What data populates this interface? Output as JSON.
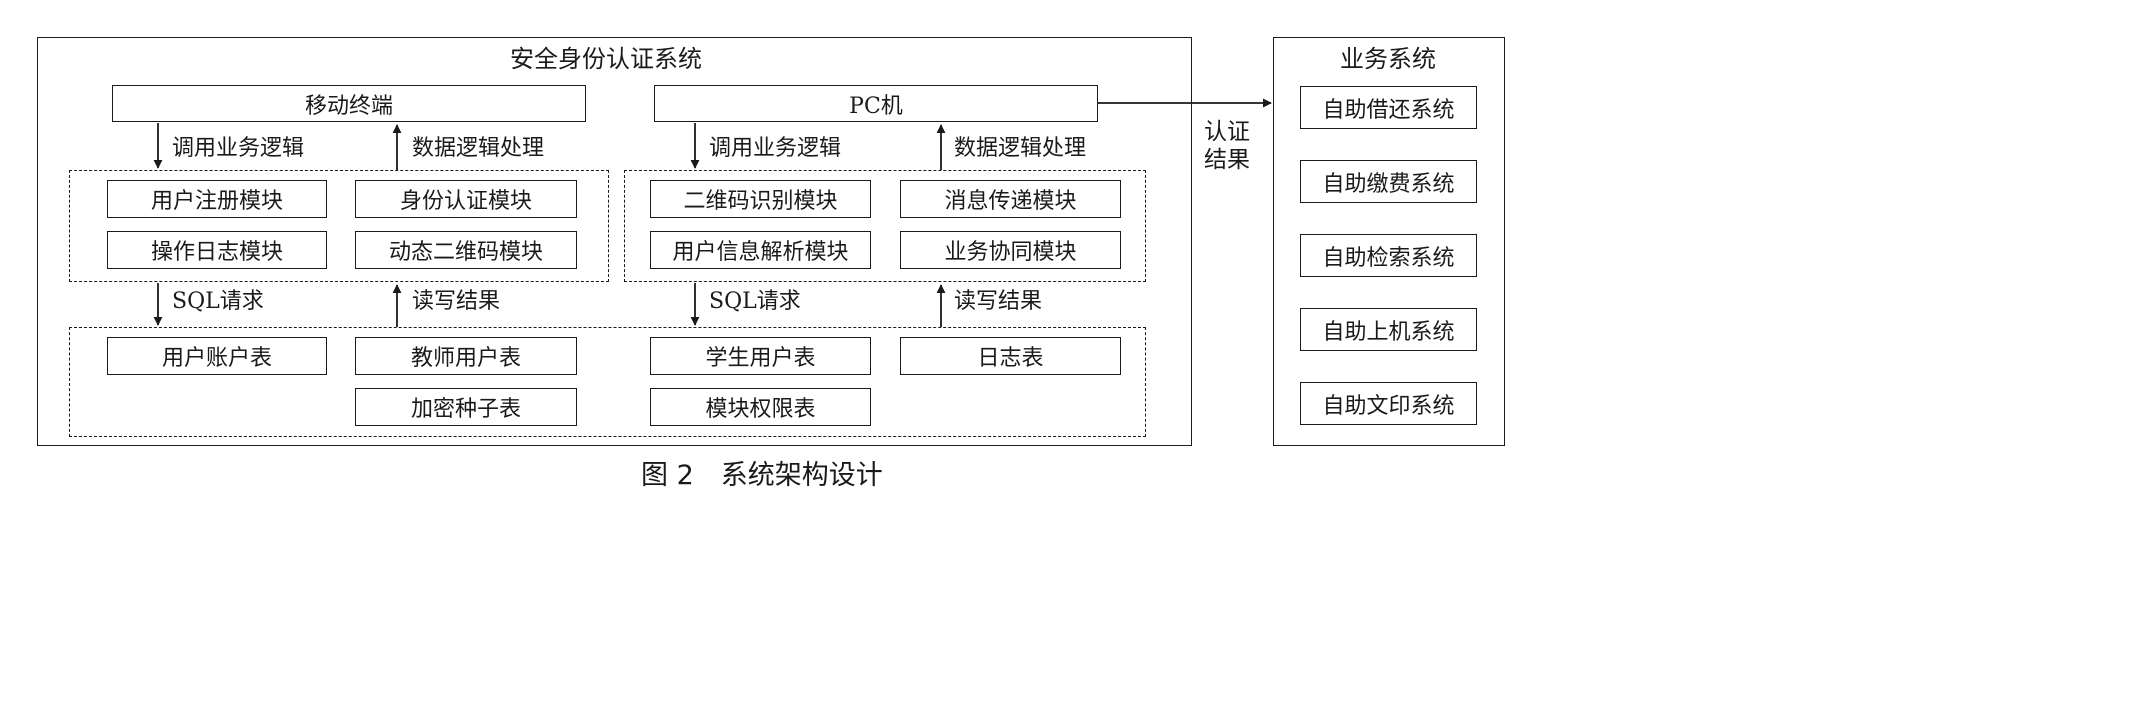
{
  "system": {
    "title": "安全身份认证系统",
    "mobile_terminal": "移动终端",
    "pc": "PC机",
    "left_call_label": "调用业务逻辑",
    "left_process_label": "数据逻辑处理",
    "right_call_label": "调用业务逻辑",
    "right_process_label": "数据逻辑处理",
    "left_sql_label": "SQL请求",
    "left_rw_label": "读写结果",
    "right_sql_label": "SQL请求",
    "right_rw_label": "读写结果",
    "left_modules": [
      "用户注册模块",
      "身份认证模块",
      "操作日志模块",
      "动态二维码模块"
    ],
    "right_modules": [
      "二维码识别模块",
      "消息传递模块",
      "用户信息解析模块",
      "业务协同模块"
    ],
    "tables": [
      "用户账户表",
      "教师用户表",
      "学生用户表",
      "日志表",
      "加密种子表",
      "模块权限表"
    ]
  },
  "result_label_line1": "认证",
  "result_label_line2": "结果",
  "business": {
    "title": "业务系统",
    "items": [
      "自助借还系统",
      "自助缴费系统",
      "自助检索系统",
      "自助上机系统",
      "自助文印系统"
    ]
  },
  "caption": "图 2　系统架构设计"
}
